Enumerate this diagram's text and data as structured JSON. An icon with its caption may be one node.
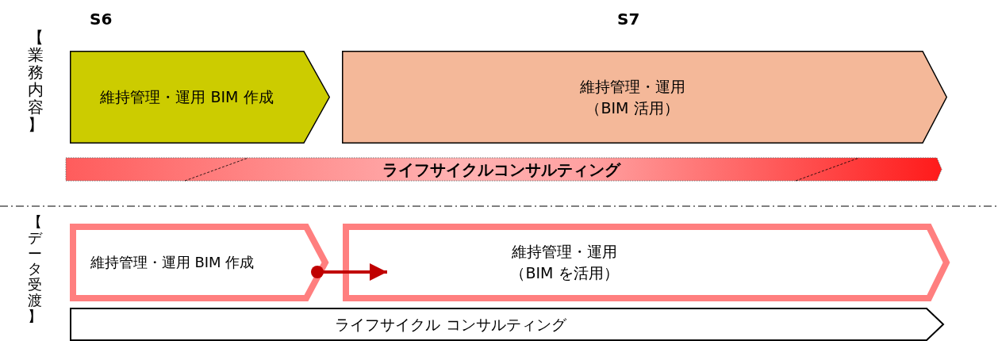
{
  "diagram": {
    "nodes": [
      {
        "text": [
          "維持管理・運用 BIM 作成"
        ]
      },
      {
        "text": [
          "維持管理・運用（BIM 活用）"
        ]
      },
      {
        "text": [
          "ライフサイクルコンサルティング"
        ]
      },
      {
        "text": [
          "維持管理・運用 BIM 作成"
        ]
      },
      {
        "text": [
          "維持管理・運用（BIM を活用）"
        ]
      },
      {
        "text": [
          "ライフサイクル コンサルティング"
        ]
      }
    ],
    "edges": [
      {
        "from": 3,
        "to": 4,
        "arrow": "to"
      }
    ],
    "labels": [
      "S6",
      "S7",
      "【業務内容】",
      "【データ受渡】"
    ]
  }
}
